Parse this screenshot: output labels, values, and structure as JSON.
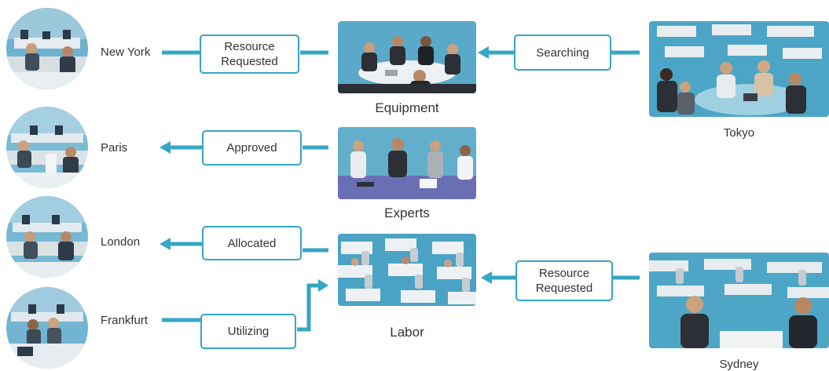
{
  "colors": {
    "accent": "#35a6c4",
    "photo_background": "#4aa5c6",
    "text": "#333333"
  },
  "cities": [
    {
      "name": "New York"
    },
    {
      "name": "Paris"
    },
    {
      "name": "London"
    },
    {
      "name": "Frankfurt"
    }
  ],
  "statuses": {
    "new_york": {
      "line1": "Resource",
      "line2": "Requested"
    },
    "paris": "Approved",
    "london": "Allocated",
    "frankfurt": "Utilizing",
    "tokyo": "Searching",
    "sydney": {
      "line1": "Resource",
      "line2": "Requested"
    }
  },
  "resources": {
    "equipment": "Equipment",
    "experts": "Experts",
    "labor": "Labor"
  },
  "offices": {
    "tokyo": "Tokyo",
    "sydney": "Sydney"
  }
}
